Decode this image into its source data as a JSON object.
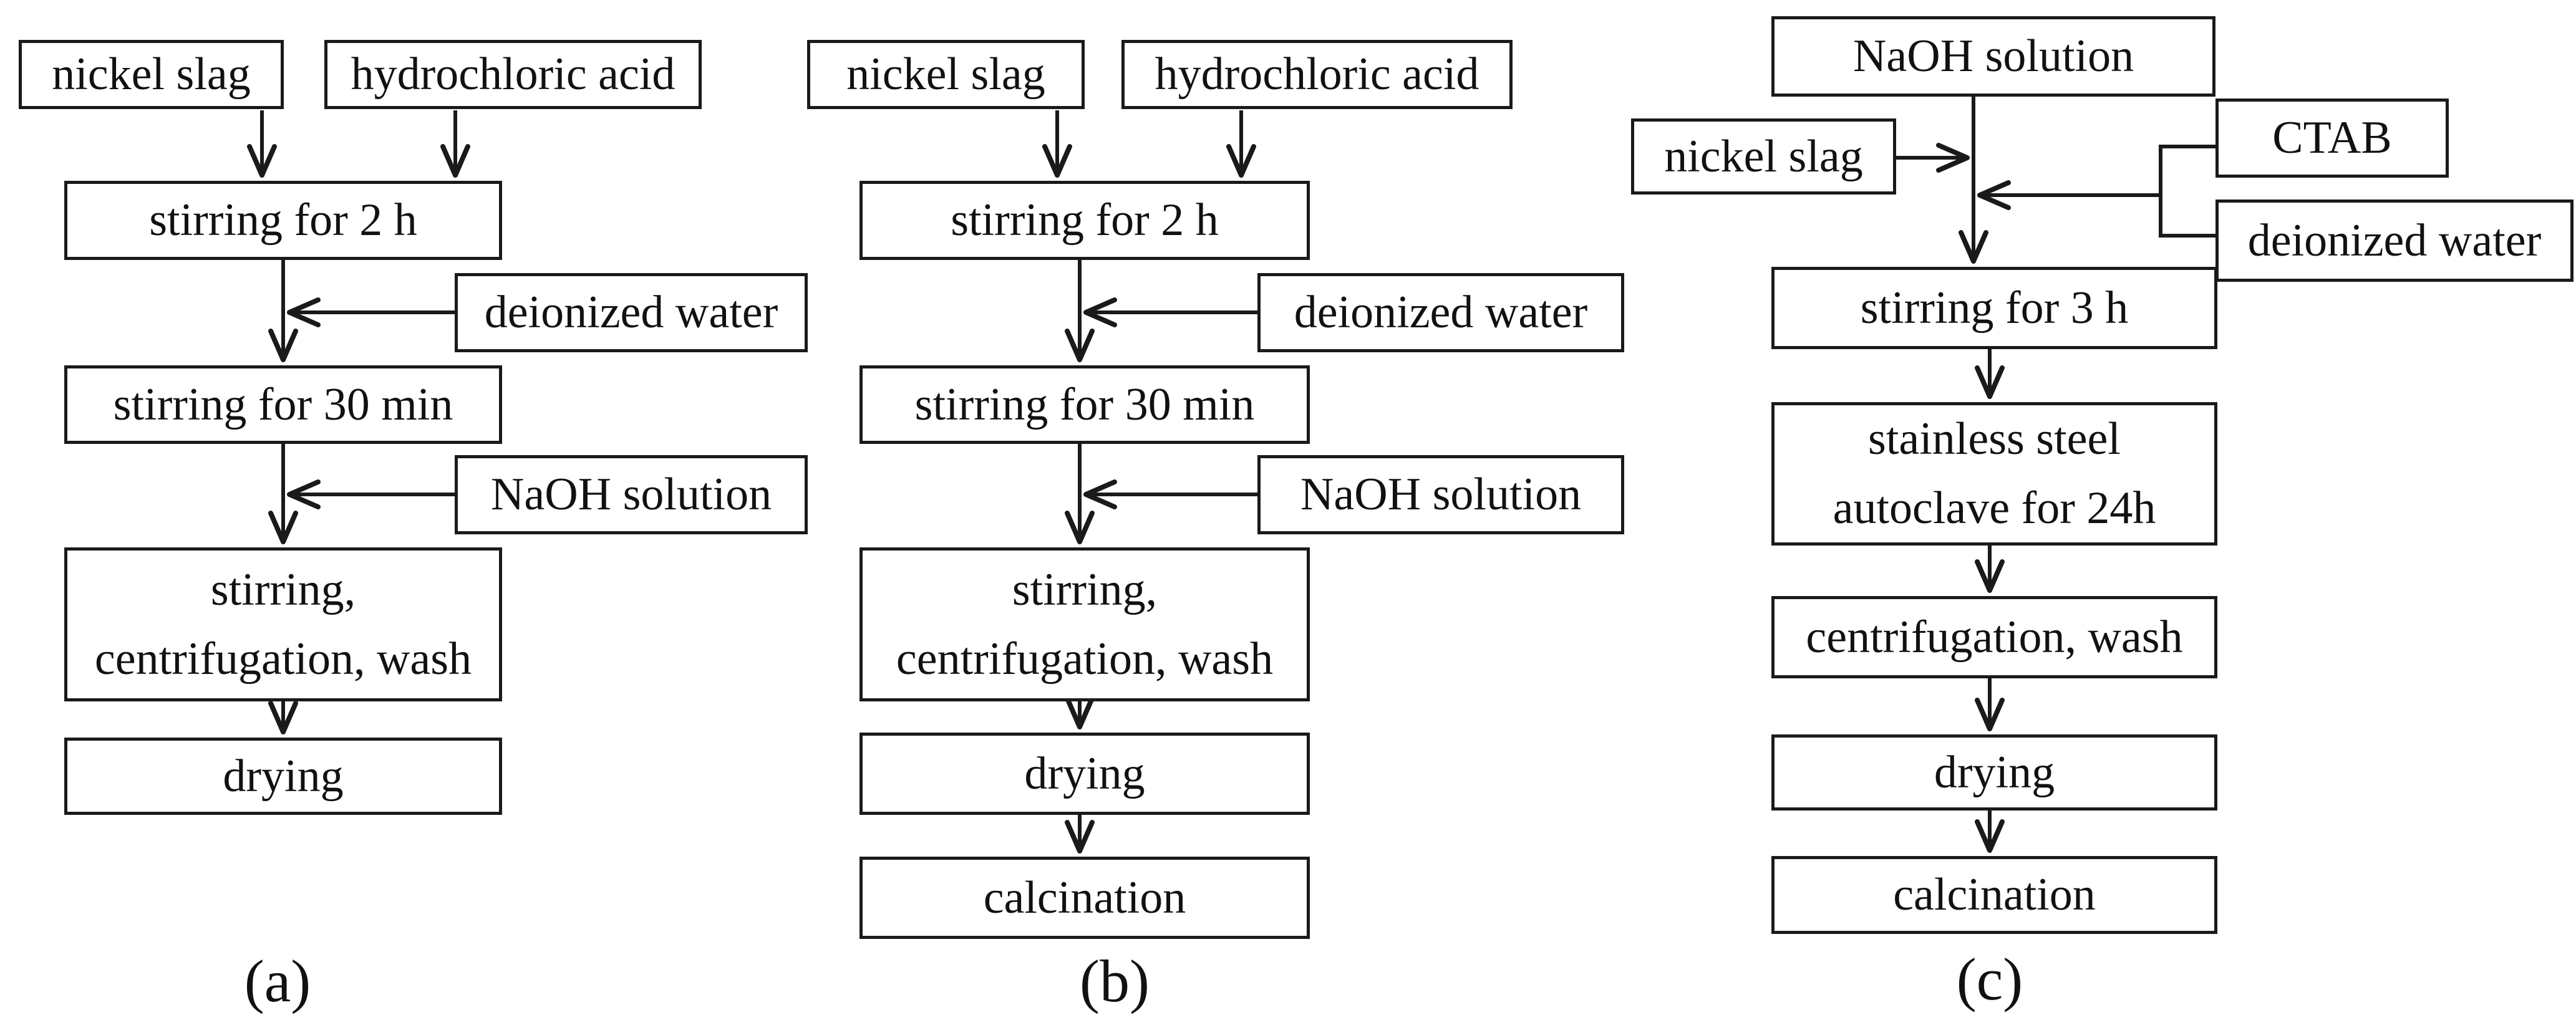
{
  "figure": {
    "colors": {
      "background": "#ffffff",
      "line": "#1a1a1a",
      "text": "#111111"
    },
    "charts": [
      {
        "label": "(a)",
        "nodes": {
          "nickel_slag": "nickel slag",
          "hydrochloric_acid": "hydrochloric acid",
          "stirring_2h": "stirring for 2 h",
          "deionized_water": "deionized water",
          "stirring_30min": "stirring for 30 min",
          "naoh_solution": "NaOH solution",
          "stirring_centrifugation_wash": "stirring,\ncentrifugation, wash",
          "drying": "drying"
        }
      },
      {
        "label": "(b)",
        "nodes": {
          "nickel_slag": "nickel slag",
          "hydrochloric_acid": "hydrochloric acid",
          "stirring_2h": "stirring for 2 h",
          "deionized_water": "deionized water",
          "stirring_30min": "stirring for 30 min",
          "naoh_solution": "NaOH solution",
          "stirring_centrifugation_wash": "stirring,\ncentrifugation, wash",
          "drying": "drying",
          "calcination": "calcination"
        }
      },
      {
        "label": "(c)",
        "nodes": {
          "naoh_solution": "NaOH solution",
          "nickel_slag": "nickel slag",
          "ctab": "CTAB",
          "deionized_water": "deionized water",
          "stirring_3h": "stirring for 3 h",
          "autoclave": "stainless steel\nautoclave for 24h",
          "centrifugation_wash": "centrifugation, wash",
          "drying": "drying",
          "calcination": "calcination"
        }
      }
    ]
  }
}
